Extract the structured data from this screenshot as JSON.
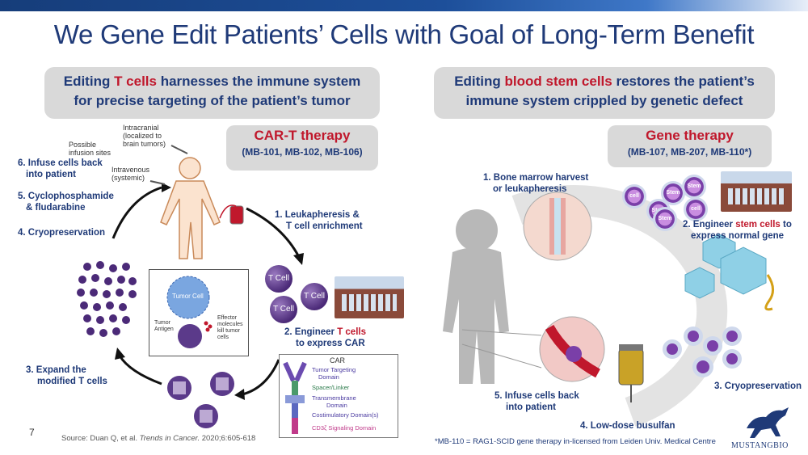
{
  "title": "We Gene Edit Patients’ Cells with Goal of Long-Term Benefit",
  "left": {
    "header_pre": "Editing ",
    "header_hl": "T cells",
    "header_post": " harnesses the immune system",
    "header_line2": "for precise targeting of the patient’s tumor",
    "therapy_title": "CAR-T therapy",
    "therapy_codes": "(MB-101, MB-102, MB-106)",
    "steps": {
      "s1": "1. Leukapheresis &",
      "s1b": "T cell enrichment",
      "s2a": "2. Engineer ",
      "s2hl": "T cells",
      "s2b": "to express CAR",
      "s3": "3. Expand the",
      "s3b": "modified T cells",
      "s4": "4. Cryopreservation",
      "s5": "5. Cyclophosphamide",
      "s5b": "& fludarabine",
      "s6": "6. Infuse cells back",
      "s6b": "into patient"
    },
    "infusion": {
      "possible": "Possible",
      "sites": "infusion sites",
      "intracranial": "Intracranial",
      "localized": "(localized to",
      "brain": "brain tumors)",
      "intravenous": "Intravenous",
      "systemic": "(systemic)"
    },
    "tcell_label": "T Cell",
    "inset": {
      "tumor_cell": "Tumor Cell",
      "tumor": "Tumor",
      "antigen": "Antigen",
      "effector1": "Effector",
      "effector2": "molecules",
      "effector3": "kill tumor",
      "effector4": "cells"
    },
    "car": {
      "title": "CAR",
      "l1": "Tumor Targeting",
      "l1b": "Domain",
      "l2": "Spacer/Linker",
      "l3": "Transmembrane",
      "l3b": "Domain",
      "l4": "Costimulatory Domain(s)",
      "l5": "CD3ζ Signaling Domain"
    }
  },
  "right": {
    "header_pre": "Editing ",
    "header_hl": "blood stem cells",
    "header_post": " restores the patient’s",
    "header_line2": "immune system crippled by genetic defect",
    "therapy_title": "Gene therapy",
    "therapy_codes": "(MB-107, MB-207, MB-110*)",
    "steps": {
      "s1": "1. Bone marrow harvest",
      "s1b": "or leukapheresis",
      "s2a": "2. Engineer ",
      "s2hl": "stem cells",
      "s2a2": " to",
      "s2b": "express normal gene",
      "s3": "3. Cryopreservation",
      "s4": "4. Low-dose busulfan",
      "s5": "5. Infuse cells back",
      "s5b": "into patient"
    },
    "stem_label": "Stem",
    "stem_label2": "cell"
  },
  "footer": {
    "page_number": "7",
    "source_prefix": "Source:  Duan Q, et al. ",
    "source_journal": "Trends in Cancer.",
    "source_suffix": " 2020;6:605-618",
    "footnote": "*MB-110 = RAG1-SCID gene therapy in-licensed from Leiden Univ. Medical Centre",
    "logo": "MUSTANGBIO"
  },
  "colors": {
    "accent_red": "#c0182c",
    "navy": "#1f3a78",
    "cell_purple": "#4b2a78",
    "box_gray": "#d9d9d9"
  }
}
